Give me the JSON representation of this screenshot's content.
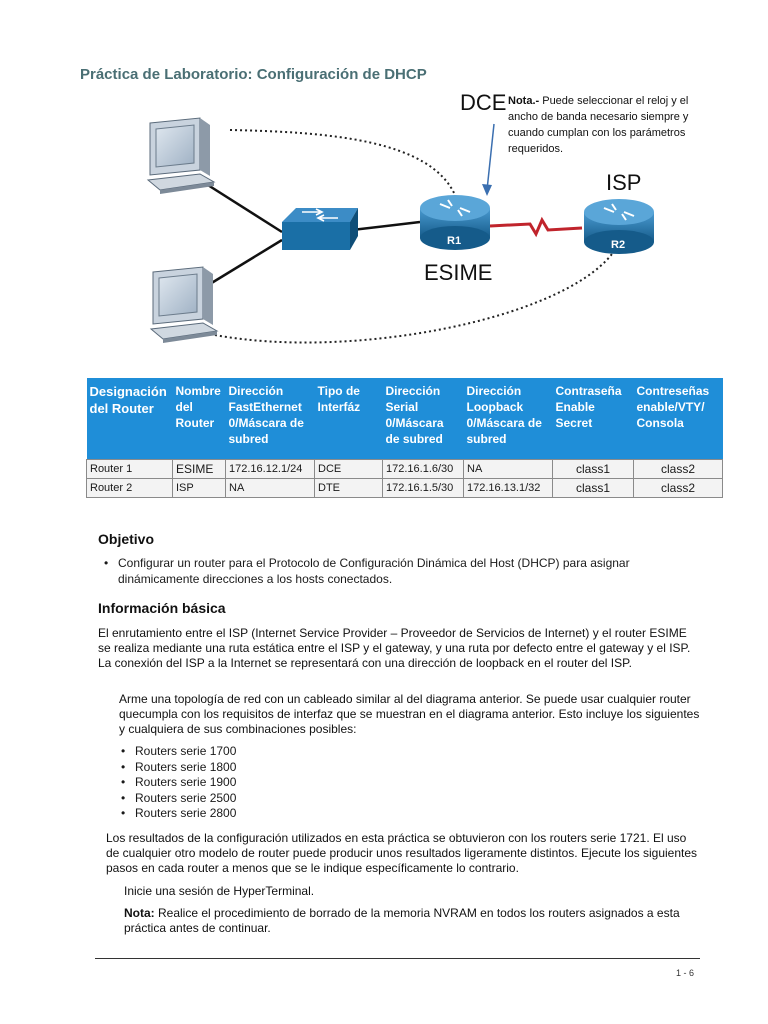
{
  "title": "Práctica de Laboratorio: Configuración de DHCP",
  "diagram": {
    "dce_label": "DCE",
    "note_prefix": "Nota.-",
    "note_text": " Puede seleccionar el reloj y el ancho de banda necesario siempre y cuando cumplan con los parámetros requeridos.",
    "isp_label": "ISP",
    "esime_label": "ESIME",
    "r1_label": "R1",
    "r2_label": "R2"
  },
  "table": {
    "headers": [
      "Designación del Router",
      "Nombre del Router",
      "Dirección FastEthernet 0/Máscara de subred",
      "Tipo de Interfáz",
      "Dirección Serial 0/Máscara de subred",
      "Dirección Loopback 0/Máscara de subred",
      "Contraseña Enable Secret",
      "Contreseñas enable/VTY/ Consola"
    ],
    "rows": [
      [
        "Router 1",
        "ESIME",
        "172.16.12.1/24",
        "DCE",
        "172.16.1.6/30",
        "NA",
        "class1",
        "class2"
      ],
      [
        "Router 2",
        "ISP",
        "NA",
        "DTE",
        "172.16.1.5/30",
        "172.16.13.1/32",
        "class1",
        "class2"
      ]
    ]
  },
  "objetivo": {
    "heading": "Objetivo",
    "bullet": "Configurar un router para el Protocolo de Configuración Dinámica del Host (DHCP) para asignar dinámicamente direcciones a los hosts conectados."
  },
  "info": {
    "heading": "Información básica",
    "para1": "El enrutamiento entre el ISP (Internet Service Provider – Proveedor de Servicios de Internet) y el router ESIME se realiza mediante una ruta estática entre el ISP y el gateway, y una ruta por defecto entre el gateway y el ISP. La conexión del ISP a la Internet se representará con una dirección de loopback en el router del ISP.",
    "para2": "Arme una topología de red con un cableado similar al del diagrama anterior. Se puede usar cualquier router quecumpla con los requisitos de interfaz que se muestran en el diagrama anterior. Esto incluye los siguientes y cualquiera de sus combinaciones posibles:",
    "routers": [
      "Routers serie 1700",
      "Routers serie 1800",
      "Routers serie 1900",
      "Routers serie 2500",
      "Routers serie 2800"
    ],
    "para3": "Los resultados de la configuración utilizados en esta práctica se obtuvieron con los routers serie 1721. El uso de cualquier otro modelo de router puede producir unos resultados ligeramente distintos. Ejecute los siguientes pasos en cada router a menos que se le indique específicamente lo contrario.",
    "para4": "Inicie una sesión de HyperTerminal.",
    "note_label": "Nota:",
    "note_text": " Realice el procedimiento de borrado de la memoria NVRAM en todos los routers asignados a esta práctica antes de continuar."
  },
  "footer": {
    "page": "1 - 6"
  },
  "colors": {
    "title": "#4a6f74",
    "table_header": "#1f8ed8",
    "router": "#1a6fa6",
    "serial_link": "#c0242c"
  }
}
